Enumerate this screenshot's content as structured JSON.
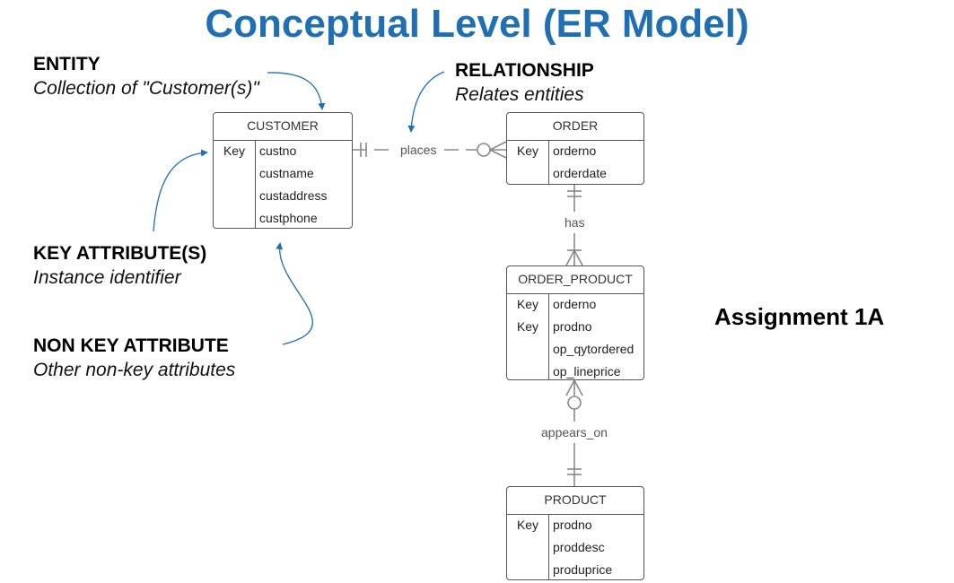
{
  "title": "Conceptual Level (ER Model)",
  "annotations": {
    "entity": {
      "heading": "ENTITY",
      "desc": "Collection of \"Customer(s)\""
    },
    "relationship": {
      "heading": "RELATIONSHIP",
      "desc": "Relates entities"
    },
    "key_attribute": {
      "heading": "KEY ATTRIBUTE(S)",
      "desc": "Instance identifier"
    },
    "non_key_attribute": {
      "heading": "NON KEY ATTRIBUTE",
      "desc": "Other non-key attributes"
    }
  },
  "assignment": "Assignment 1A",
  "entities": {
    "customer": {
      "name": "CUSTOMER",
      "rows": [
        {
          "key": "Key",
          "attr": "custno"
        },
        {
          "key": "",
          "attr": "custname"
        },
        {
          "key": "",
          "attr": "custaddress"
        },
        {
          "key": "",
          "attr": "custphone"
        }
      ]
    },
    "order": {
      "name": "ORDER",
      "rows": [
        {
          "key": "Key",
          "attr": "orderno"
        },
        {
          "key": "",
          "attr": "orderdate"
        }
      ]
    },
    "order_product": {
      "name": "ORDER_PRODUCT",
      "rows": [
        {
          "key": "Key",
          "attr": "orderno"
        },
        {
          "key": "Key",
          "attr": "prodno"
        },
        {
          "key": "",
          "attr": "op_qytordered"
        },
        {
          "key": "",
          "attr": "op_lineprice"
        }
      ]
    },
    "product": {
      "name": "PRODUCT",
      "rows": [
        {
          "key": "Key",
          "attr": "prodno"
        },
        {
          "key": "",
          "attr": "proddesc"
        },
        {
          "key": "",
          "attr": "produprice"
        }
      ]
    }
  },
  "relationships": {
    "places": "places",
    "has": "has",
    "appears_on": "appears_on"
  },
  "colors": {
    "title": "#1f6fb2",
    "arrow": "#1f6fb2",
    "connector": "#888888"
  }
}
